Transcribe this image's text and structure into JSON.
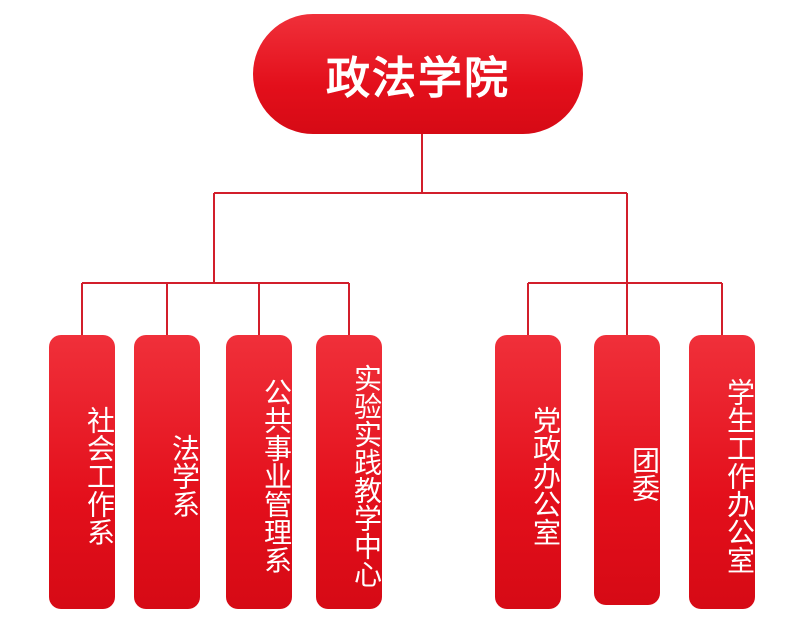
{
  "colors": {
    "accent": "#e30f1b",
    "line": "#d21e2b",
    "text": "#ffffff"
  },
  "diagram": {
    "root": {
      "label": "政法学院"
    },
    "groups": [
      {
        "children": [
          {
            "label": "社会工作系"
          },
          {
            "label": "法学系"
          },
          {
            "label": "公共事业管理系"
          },
          {
            "label": "实验实践教学中心"
          }
        ]
      },
      {
        "children": [
          {
            "label": "党政办公室"
          },
          {
            "label": "团委"
          },
          {
            "label": "学生工作办公室"
          }
        ]
      }
    ]
  }
}
